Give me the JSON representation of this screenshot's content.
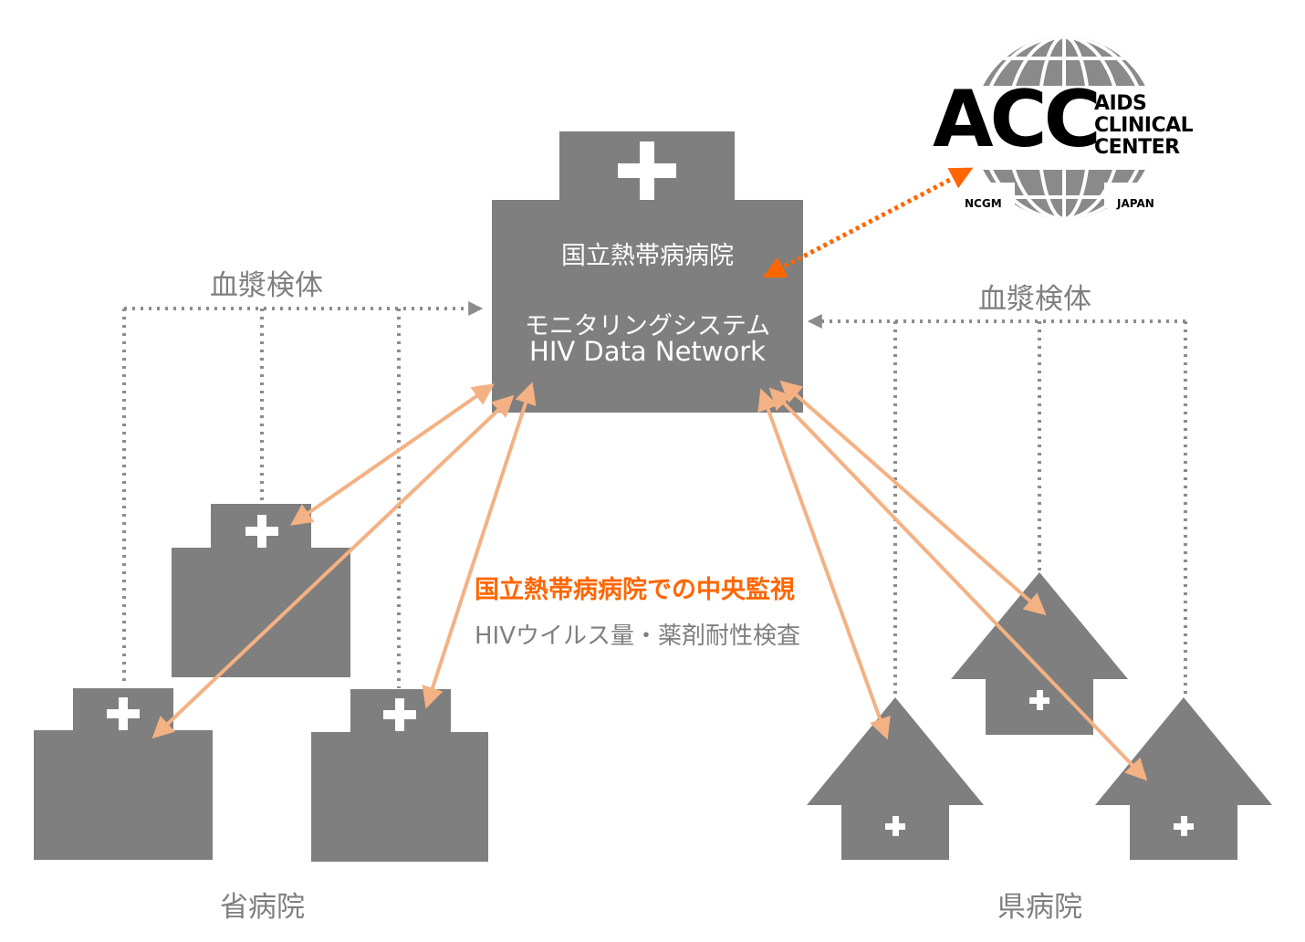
{
  "central": {
    "name": "国立熱帯病病院",
    "system_line1": "モニタリングシステム",
    "system_line2": "HIV Data Network"
  },
  "plasma_left": "血漿検体",
  "plasma_right": "血漿検体",
  "monitoring_title": "国立熱帯病病院での中央監視",
  "monitoring_subtitle": "HIVウイルス量・薬剤耐性検査",
  "provincial_label": "省病院",
  "district_label": "県病院",
  "logo": {
    "main": "ACC",
    "line1": "AIDS",
    "line2": "CLINICAL",
    "line3": "CENTER",
    "bottom_left": "NCGM",
    "bottom_right": "JAPAN"
  },
  "colors": {
    "building": "#7f7f7f",
    "arrow": "#f4b183",
    "acc_link": "#ff6600",
    "highlight_text": "#ff6600",
    "dotted": "#8c8c8c"
  }
}
